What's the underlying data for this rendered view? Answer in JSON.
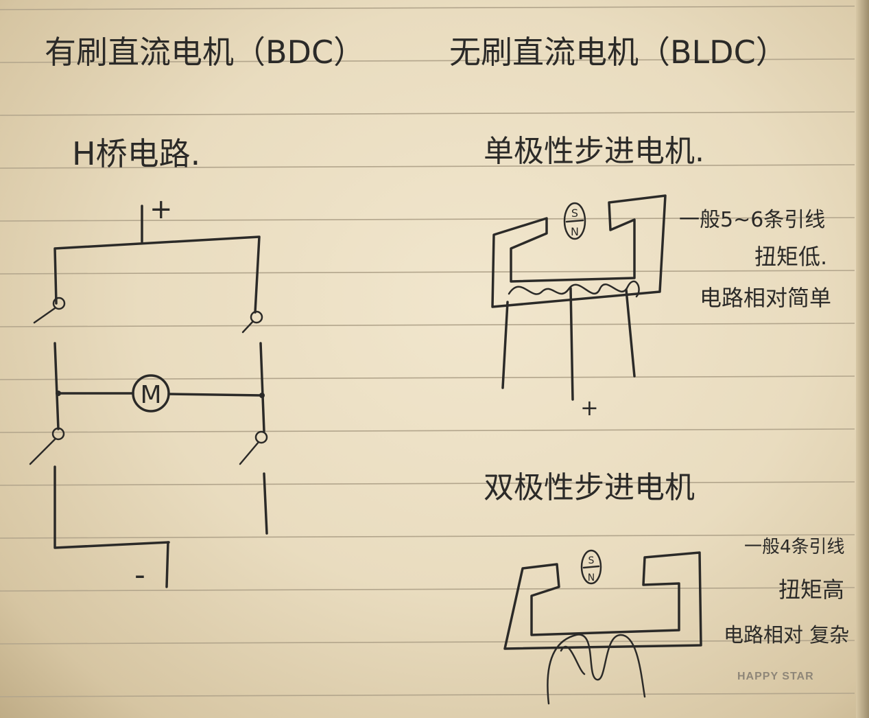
{
  "titles": {
    "brushed": "有刷直流电机（BDC）",
    "brushless": "无刷直流电机（BLDC）"
  },
  "h_bridge": {
    "heading": "H桥电路.",
    "plus": "+",
    "minus": "-",
    "motor": "M"
  },
  "unipolar": {
    "heading": "单极性步进电机.",
    "rotor_s": "S",
    "rotor_n": "N",
    "plus": "+",
    "notes": [
      "一般5~6条引线",
      "扭矩低.",
      "电路相对简单"
    ]
  },
  "bipolar": {
    "heading": "双极性步进电机",
    "rotor_s": "S",
    "rotor_n": "N",
    "notes": [
      "一般4条引线",
      "扭矩高",
      "电路相对 复杂"
    ]
  },
  "notebook_brand": "HAPPY STAR",
  "colors": {
    "paper": "#e9dcbf",
    "ink": "#2b2a28",
    "rule": "#b2a58c"
  }
}
